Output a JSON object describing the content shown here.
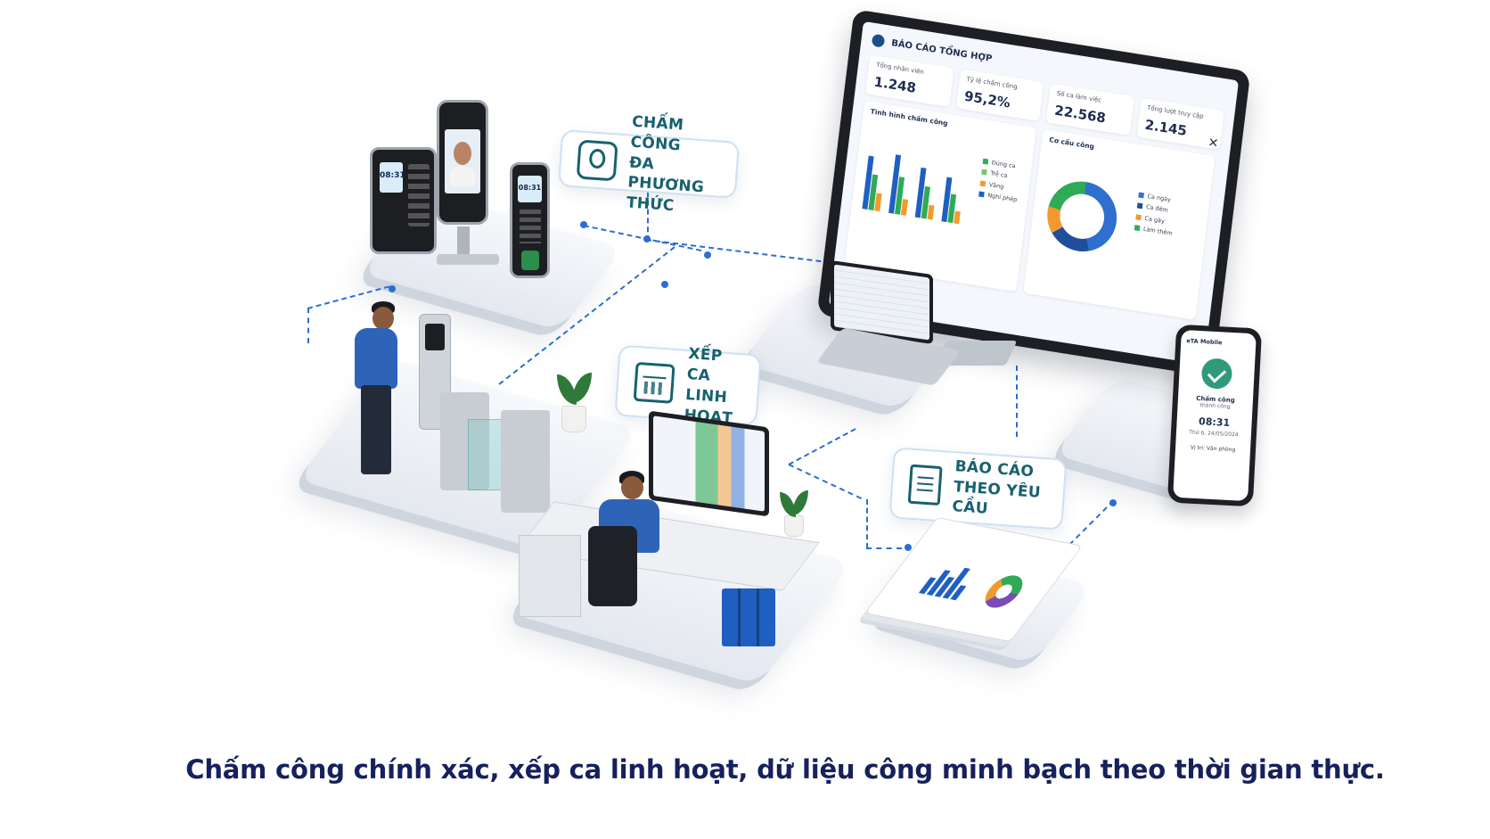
{
  "callouts": {
    "multi_method": {
      "line1": "CHẤM CÔNG",
      "line2": "ĐA PHƯƠNG THỨC"
    },
    "shift": {
      "line1": "XẾP CA",
      "line2": "LINH HOẠT"
    },
    "report": {
      "line1": "BÁO CÁO",
      "line2": "THEO YÊU CẦU"
    }
  },
  "terminals": {
    "clock": "08:31"
  },
  "dashboard": {
    "title": "BÁO CÁO TỔNG HỢP",
    "kpis": [
      {
        "label": "Tổng nhân viên",
        "value": "1.248"
      },
      {
        "label": "Tỷ lệ chấm công",
        "value": "95,2%"
      },
      {
        "label": "Số ca làm việc",
        "value": "22.568"
      },
      {
        "label": "Tổng lượt truy cập",
        "value": "2.145"
      }
    ],
    "attendance_panel": {
      "title": "Tình hình chấm công",
      "legend": [
        "Đúng ca",
        "Trễ ca",
        "Vắng",
        "Nghỉ phép"
      ],
      "colors": [
        "#2faa55",
        "#7bc46a",
        "#f29a2e",
        "#1f5fc2"
      ]
    },
    "structure_panel": {
      "title": "Cơ cấu công",
      "legend": [
        "Ca ngày",
        "Ca đêm",
        "Ca gãy",
        "Làm thêm"
      ],
      "colors": [
        "#2f6fd0",
        "#1f4f9a",
        "#f29a2e",
        "#2faa55"
      ]
    }
  },
  "mobile": {
    "app_name": "eTA Mobile",
    "status_line1": "Chấm công",
    "status_line2": "thành công",
    "time": "08:31",
    "date": "Thứ 6, 24/05/2024",
    "location": "Vị trí: Văn phòng"
  },
  "tagline": "Chấm công chính xác, xếp ca linh hoạt, dữ liệu công minh bạch theo thời gian thực.",
  "accent_color": "#2a6fd0",
  "brand_color": "#16215c"
}
